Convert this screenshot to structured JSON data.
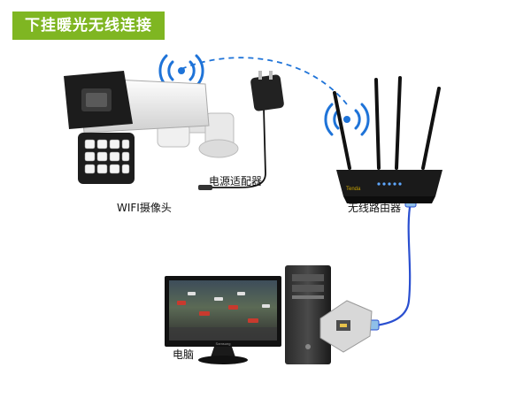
{
  "banner": {
    "title": "下挂暖光无线连接",
    "color": "#7fb622"
  },
  "labels": {
    "camera": "WIFI摄像头",
    "adapter": "电源适配器",
    "router": "无线路由器",
    "computer": "电脑",
    "router_brand": "Tenda",
    "monitor_brand": "Samsung"
  },
  "connections": [
    {
      "from": "camera",
      "to": "router",
      "kind": "wifi",
      "color": "#1e73d8"
    },
    {
      "from": "adapter",
      "to": "camera",
      "kind": "power-cable",
      "color": "#111111"
    },
    {
      "from": "router",
      "to": "computer",
      "kind": "ethernet-cable",
      "color": "#2a4fd0"
    }
  ],
  "icons": [
    "wifi-icon",
    "camera-icon",
    "power-adapter-icon",
    "router-icon",
    "monitor-icon",
    "pc-tower-icon",
    "rj45-icon"
  ]
}
